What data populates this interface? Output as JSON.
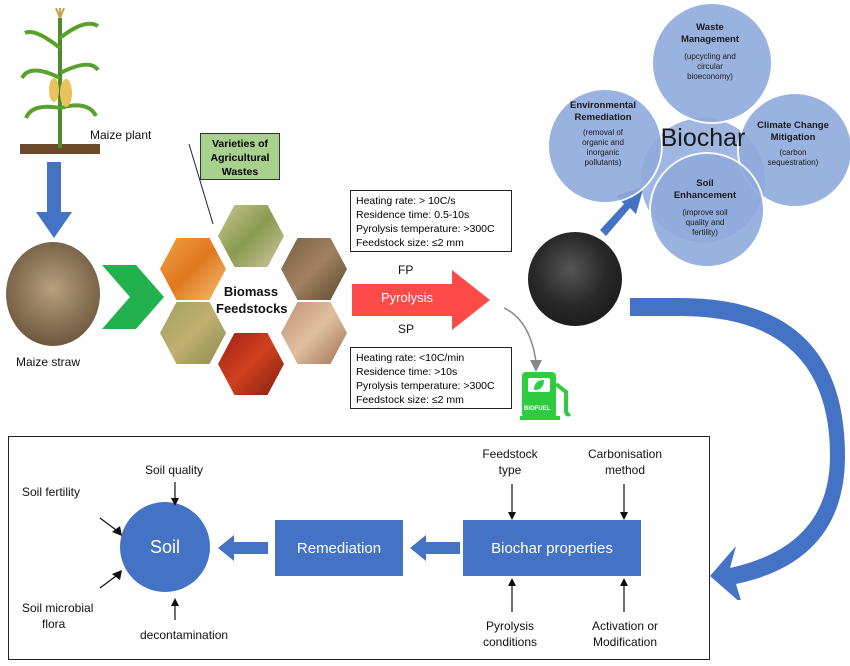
{
  "plant": {
    "label": "Maize plant"
  },
  "straw": {
    "label": "Maize straw"
  },
  "varieties": {
    "label_line1": "Varieties of",
    "label_line2": "Agricultural",
    "label_line3": "Wastes"
  },
  "feedstocks": {
    "line1": "Biomass",
    "line2": "Feedstocks"
  },
  "pyrolysis": {
    "label": "Pyrolysis",
    "fp": "FP",
    "sp": "SP"
  },
  "fp_conditions": [
    "Heating rate: > 10C/s",
    "Residence time: 0.5-10s",
    "Pyrolysis temperature: >300C",
    "Feedstock size: ≤2 mm"
  ],
  "sp_conditions": [
    "Heating rate: <10C/min",
    "Residence time: >10s",
    "Pyrolysis temperature: >300C",
    "Feedstock size: ≤2 mm"
  ],
  "biofuel": {
    "label": "BIOFUEL"
  },
  "biochar_center": "Biochar",
  "petals": {
    "waste": {
      "title1": "Waste",
      "title2": "Management",
      "sub1": "(upcycling and",
      "sub2": "circular",
      "sub3": "bioeconomy)"
    },
    "env": {
      "title1": "Environmental",
      "title2": "Remediation",
      "sub1": "(removal of",
      "sub2": "organic and",
      "sub3": "inorganic",
      "sub4": "pollutants)"
    },
    "climate": {
      "title1": "Climate Change",
      "title2": "Mitigation",
      "sub1": "(carbon",
      "sub2": "sequestration)"
    },
    "soil": {
      "title1": "Soil",
      "title2": "Enhancement",
      "sub1": "(improve soil",
      "sub2": "quality and",
      "sub3": "fertility)"
    }
  },
  "bottom": {
    "soil": "Soil",
    "remediation": "Remediation",
    "biochar_properties": "Biochar properties",
    "soil_quality": "Soil quality",
    "soil_fertility": "Soil fertility",
    "soil_microbial_1": "Soil microbial",
    "soil_microbial_2": "flora",
    "decontamination": "decontamination",
    "feedstock_type_1": "Feedstock",
    "feedstock_type_2": "type",
    "carbonisation_1": "Carbonisation",
    "carbonisation_2": "method",
    "pyrolysis_cond_1": "Pyrolysis",
    "pyrolysis_cond_2": "conditions",
    "activation_1": "Activation or",
    "activation_2": "Modification"
  },
  "colors": {
    "blue": "#4472c4",
    "petal": "#8faadc",
    "green_chevron": "#22b14c",
    "red_arrow": "#ff4444",
    "label_green": "#a9d18e"
  }
}
